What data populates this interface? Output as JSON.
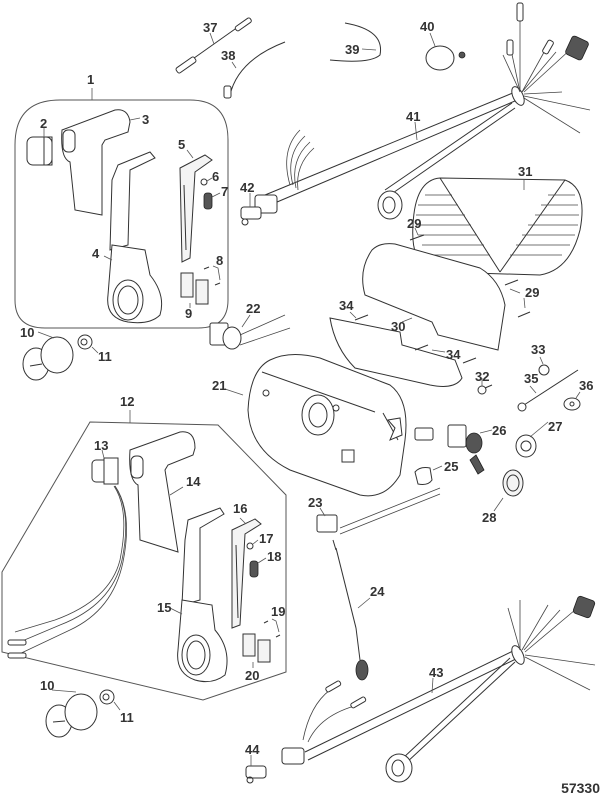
{
  "figure_number": "57330",
  "callouts": {
    "c1": "1",
    "c2": "2",
    "c3": "3",
    "c4": "4",
    "c5": "5",
    "c6": "6",
    "c7": "7",
    "c8": "8",
    "c9": "9",
    "c10a": "10",
    "c11a": "11",
    "c12": "12",
    "c13": "13",
    "c14": "14",
    "c15": "15",
    "c16": "16",
    "c17": "17",
    "c18": "18",
    "c19": "19",
    "c20": "20",
    "c10b": "10",
    "c11b": "11",
    "c21": "21",
    "c22": "22",
    "c23": "23",
    "c24": "24",
    "c25": "25",
    "c26": "26",
    "c27": "27",
    "c28": "28",
    "c29a": "29",
    "c29b": "29",
    "c30": "30",
    "c31": "31",
    "c32": "32",
    "c33": "33",
    "c34a": "34",
    "c34b": "34",
    "c35": "35",
    "c36": "36",
    "c37": "37",
    "c38": "38",
    "c39": "39",
    "c40": "40",
    "c41": "41",
    "c42": "42",
    "c43": "43",
    "c44": "44"
  }
}
